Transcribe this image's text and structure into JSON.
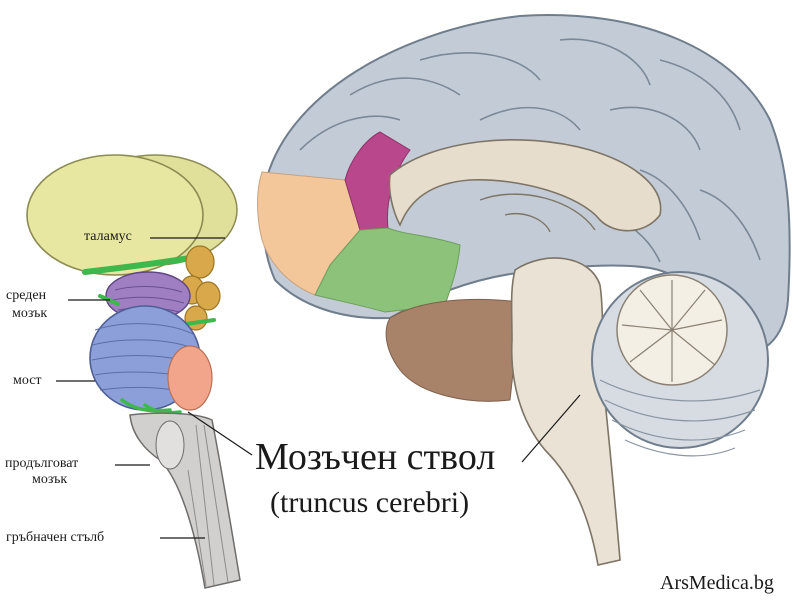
{
  "labels": {
    "thalamus": "таламус",
    "midbrain_line1": "среден",
    "midbrain_line2": "мозък",
    "pons": "мост",
    "medulla_line1": "продълговат",
    "medulla_line2": "мозък",
    "spinal": "гръбначен стълб"
  },
  "title": "Мозъчен ствол",
  "subtitle": "(truncus cerebri)",
  "watermark": "ArsMedica.bg",
  "colors": {
    "cortex": "#c3ccd6",
    "frontal_orange": "#f4c79b",
    "magenta": "#b8478c",
    "green": "#8cc27a",
    "brown": "#a9826a",
    "stem": "#eae2d4",
    "thalamus_yellow": "#e7e7a2",
    "midbrain_purple": "#9f7fc2",
    "pons_blue": "#8c9fd8",
    "accent_green": "#3db84a",
    "orange_lobe": "#d9a84a",
    "salmon": "#f2a58a"
  }
}
